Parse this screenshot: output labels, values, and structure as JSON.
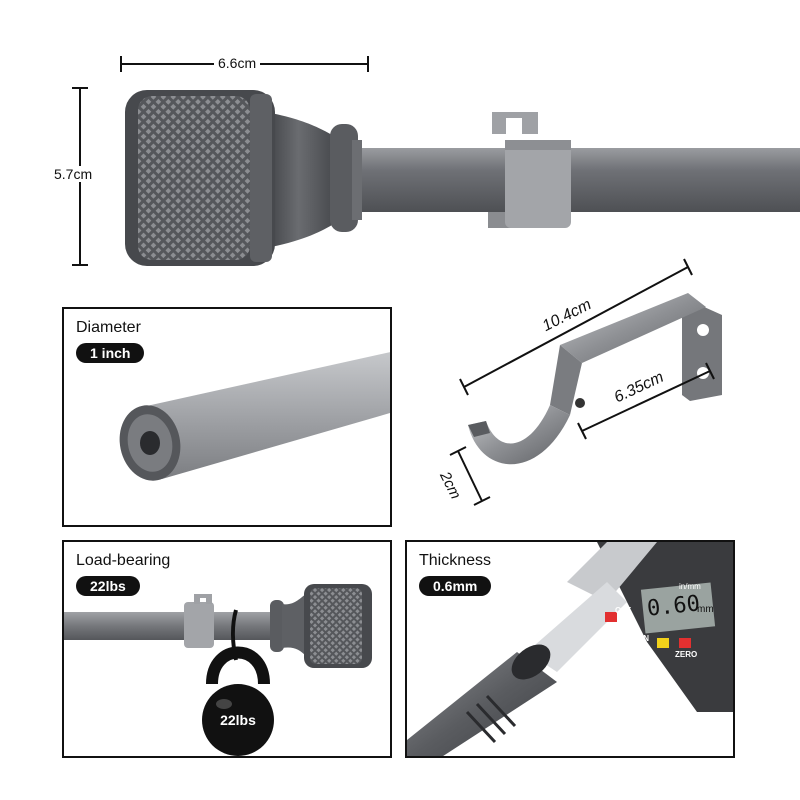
{
  "top": {
    "width_label": "6.6cm",
    "height_label": "5.7cm"
  },
  "bracket": {
    "length_label": "10.4cm",
    "projection_label": "6.35cm",
    "depth_label": "2cm"
  },
  "panels": {
    "diameter": {
      "title": "Diameter",
      "value": "1 inch"
    },
    "load": {
      "title": "Load-bearing",
      "value": "22lbs",
      "weight_label": "22lbs"
    },
    "thickness": {
      "title": "Thickness",
      "value": "0.6mm",
      "display_value": "0.60",
      "display_unit": "mm",
      "unit_label": "in/mm",
      "off_label": "OFF",
      "on_label": "ON",
      "zero_label": "ZERO"
    }
  },
  "colors": {
    "metal": "#6e6f73",
    "metal_light": "#a6a8ac",
    "ink": "#111111"
  }
}
